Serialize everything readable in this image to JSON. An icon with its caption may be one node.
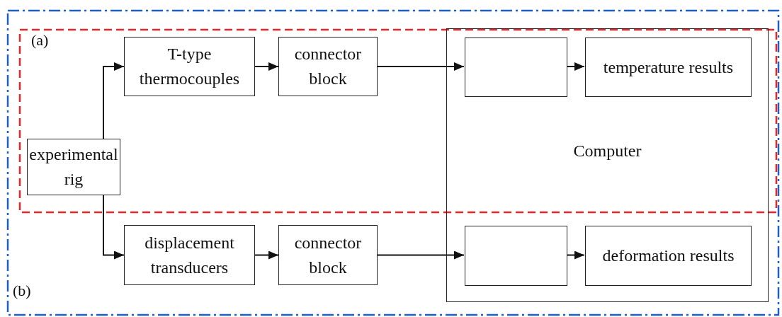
{
  "diagram": {
    "nodes": [
      {
        "text": [
          "experimental rig"
        ]
      },
      {
        "text": [
          "T-type thermocouples"
        ]
      },
      {
        "text": [
          "connector block"
        ]
      },
      {
        "text": [
          "Computer"
        ]
      },
      {
        "text": [],
        "shape": "box",
        "in": 3
      },
      {
        "text": [
          "temperature results"
        ],
        "in": 3
      },
      {
        "text": [
          "displacement transducers"
        ]
      },
      {
        "text": [
          "connector block"
        ]
      },
      {
        "text": [],
        "shape": "box",
        "in": 3
      },
      {
        "text": [
          "deformation results"
        ],
        "in": 3
      }
    ],
    "edges": [
      {
        "from": 0,
        "to": 1,
        "arrow": "to"
      },
      {
        "from": 1,
        "to": 2,
        "arrow": "to"
      },
      {
        "from": 2,
        "to": 4,
        "arrow": "to"
      },
      {
        "from": 4,
        "to": 5,
        "arrow": "to"
      },
      {
        "from": 0,
        "to": 6,
        "arrow": "to"
      },
      {
        "from": 6,
        "to": 7,
        "arrow": "to"
      },
      {
        "from": 7,
        "to": 8,
        "arrow": "to"
      },
      {
        "from": 8,
        "to": 9,
        "arrow": "to"
      }
    ],
    "labels": [
      "(a)",
      "(b)"
    ]
  }
}
